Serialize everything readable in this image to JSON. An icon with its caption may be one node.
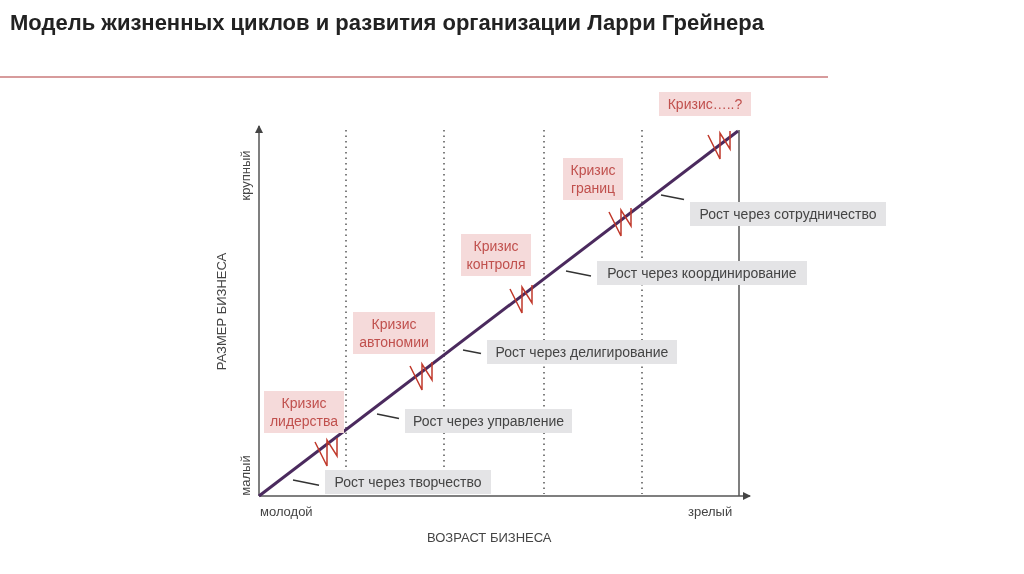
{
  "diagram": {
    "title": "Модель жизненных циклов и развития организации Ларри Грейнера",
    "nodes": [
      {
        "text": [
          "Кризис…..?"
        ]
      },
      {
        "text": [
          "Кризис границ"
        ]
      },
      {
        "text": [
          "Рост через сотрудничество"
        ]
      },
      {
        "text": [
          "Кризис контроля"
        ]
      },
      {
        "text": [
          "Рост через координирование"
        ]
      },
      {
        "text": [
          "Кризис автономии"
        ]
      },
      {
        "text": [
          "Рост через делигирование"
        ]
      },
      {
        "text": [
          "Кризис лидерства"
        ]
      },
      {
        "text": [
          "Рост через управление"
        ]
      },
      {
        "text": [
          "Рост через творчество"
        ]
      }
    ],
    "edges": [
      {
        "from": 2,
        "to": null,
        "arrow": "none"
      },
      {
        "from": 4,
        "to": null,
        "arrow": "none"
      },
      {
        "from": 6,
        "to": null,
        "arrow": "none"
      },
      {
        "from": 8,
        "to": null,
        "arrow": "none"
      },
      {
        "from": 9,
        "to": null,
        "arrow": "none"
      }
    ],
    "labels": [
      "крупный",
      "РАЗМЕР БИЗНЕСА",
      "малый",
      "молодой",
      "зрелый",
      "ВОЗРАСТ БИЗНЕСА"
    ]
  }
}
